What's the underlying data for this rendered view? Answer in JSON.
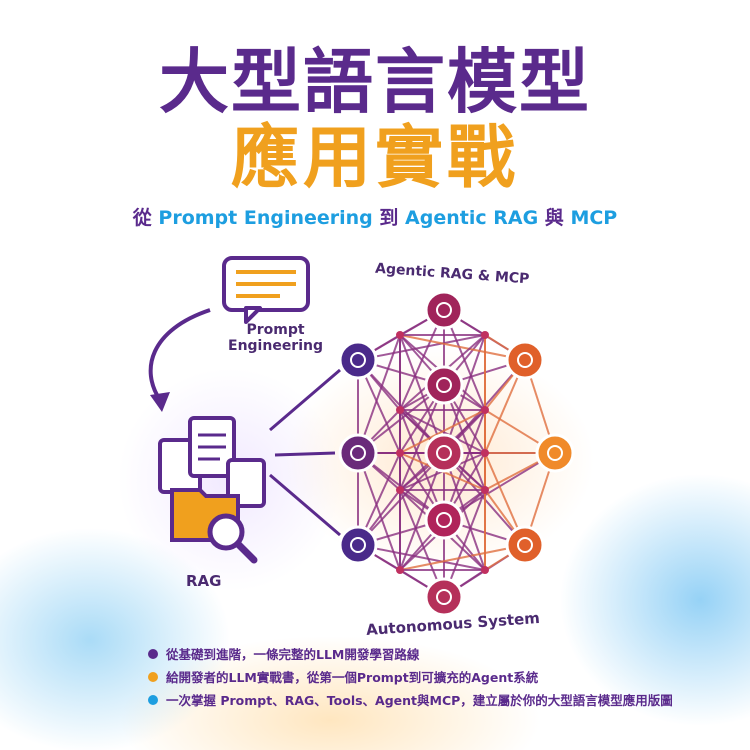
{
  "title_line1": "大型語言模型",
  "title_line2": "應用實戰",
  "subtitle": {
    "from": "從",
    "prompt": "Prompt Engineering",
    "to": "到",
    "agentic": "Agentic RAG",
    "and": "與",
    "mcp": "MCP"
  },
  "diagram": {
    "prompt_label_1": "Prompt",
    "prompt_label_2": "Engineering",
    "rag_label": "RAG",
    "agentic_label": "Agentic RAG & MCP",
    "autonomous_label": "Autonomous System"
  },
  "bullets": [
    {
      "text": "從基礎到進階，一條完整的LLM開發學習路線",
      "color": "#5a2a8c"
    },
    {
      "text": "給開發者的LLM實戰書，從第一個Prompt到可擴充的Agent系統",
      "color": "#f0a01e"
    },
    {
      "text": "一次掌握 Prompt、RAG、Tools、Agent與MCP，建立屬於你的大型語言模型應用版圖",
      "color": "#1d9ee0"
    }
  ],
  "colors": {
    "purple": "#5a2a8c",
    "orange": "#f0a01e",
    "blue": "#1d9ee0",
    "magenta": "#b5245c"
  }
}
